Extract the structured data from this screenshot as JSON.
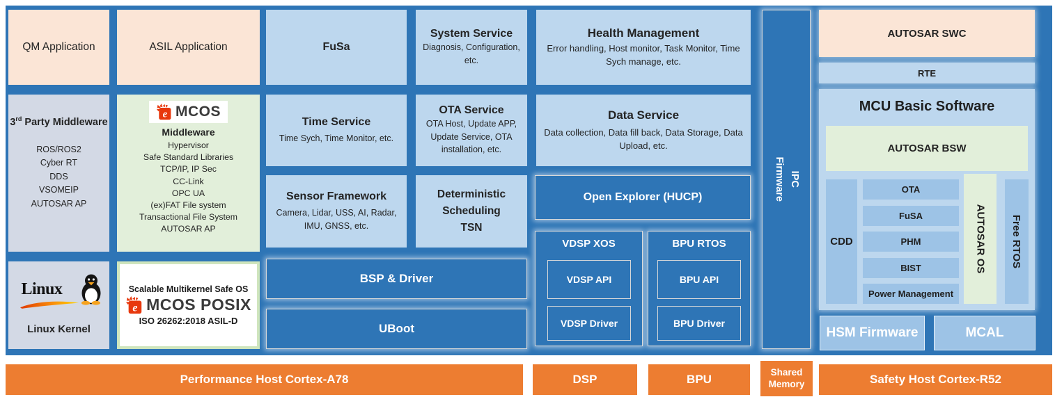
{
  "palette": {
    "canvas_blue": "#2E75B6",
    "light_blue": "#BDD7EE",
    "medium_blue": "#9DC3E6",
    "peach": "#FBE5D6",
    "green": "#E2EFDA",
    "gray_blue": "#D3D9E5",
    "orange": "#ED7D31",
    "box_border": "#D9D9D9"
  },
  "left": {
    "qm": "QM Application",
    "asil": "ASIL Application",
    "third_party": {
      "num": "3",
      "sup": "rd",
      "rest": " Party Middleware",
      "items": [
        "ROS/ROS2",
        "Cyber RT",
        "DDS",
        "VSOMEIP",
        "AUTOSAR AP"
      ]
    },
    "emcos_mw": {
      "logo_e": "e",
      "logo_text": "MCOS",
      "title": "Middleware",
      "items": [
        "Hypervisor",
        "Safe Standard Libraries",
        "TCP/IP, IP Sec",
        "CC-Link",
        "OPC UA",
        "(ex)FAT File system",
        "Transactional File System",
        "AUTOSAR AP"
      ]
    },
    "linux": {
      "wordmark": "Linux",
      "label": "Linux Kernel"
    },
    "emcos_posix": {
      "heading": "Scalable Multikernel Safe OS",
      "logo_e": "e",
      "logo_text": "MCOS POSIX",
      "cert": "ISO 26262:2018 ASIL-D"
    }
  },
  "services": {
    "fusa": "FuSa",
    "system": {
      "title": "System Service",
      "sub": "Diagnosis, Configuration, etc."
    },
    "time": {
      "title": "Time Service",
      "sub": "Time Sych, Time Monitor, etc."
    },
    "ota": {
      "title": "OTA Service",
      "sub": "OTA Host, Update APP, Update Service, OTA installation, etc."
    },
    "sensor": {
      "title": "Sensor Framework",
      "sub": "Camera, Lidar, USS, AI, Radar, IMU, GNSS, etc."
    },
    "deterministic": {
      "lines": [
        "Deterministic",
        "Scheduling",
        "TSN"
      ]
    },
    "bsp_driver": "BSP & Driver",
    "uboot": "UBoot"
  },
  "platform": {
    "health": {
      "title": "Health Management",
      "sub": "Error handling, Host monitor, Task Monitor, Time Sych manage, etc."
    },
    "data_service": {
      "title": "Data Service",
      "sub": "Data collection, Data fill back, Data Storage, Data Upload, etc."
    },
    "open_explorer": "Open Explorer (HUCP)",
    "vdsp": {
      "title": "VDSP XOS",
      "api": "VDSP API",
      "driver": "VDSP Driver"
    },
    "bpu": {
      "title": "BPU RTOS",
      "api": "BPU API",
      "driver": "BPU Driver"
    }
  },
  "ipc": {
    "lines": [
      "IPC",
      "Firmware"
    ]
  },
  "right": {
    "autosar_swc": "AUTOSAR SWC",
    "rte": "RTE",
    "mcu": {
      "title": "MCU Basic Software",
      "autosar_bsw": "AUTOSAR BSW",
      "cdd": "CDD",
      "modules": [
        "OTA",
        "FuSA",
        "PHM",
        "BIST",
        "Power Management"
      ],
      "autosar_os": "AUTOSAR OS",
      "free_rtos": "Free RTOS"
    },
    "hsm_firmware": "HSM Firmware",
    "mcal": "MCAL"
  },
  "hardware": {
    "performance_host": "Performance Host Cortex-A78",
    "dsp": "DSP",
    "bpu": "BPU",
    "shared_memory": "Shared Memory",
    "safety_host": "Safety Host Cortex-R52"
  }
}
